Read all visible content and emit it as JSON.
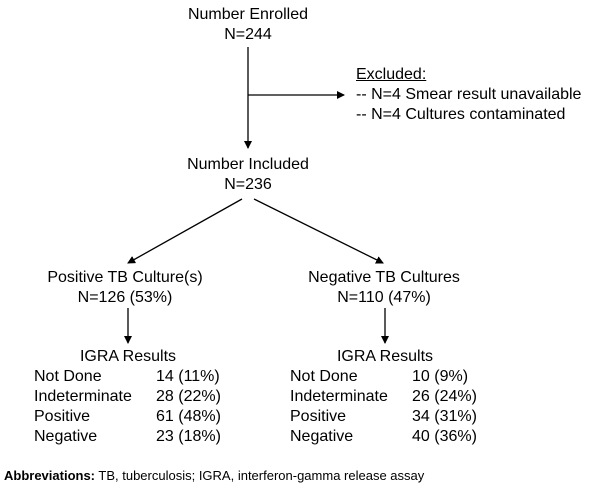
{
  "enrolled": {
    "label": "Number Enrolled",
    "n": "N=244"
  },
  "excluded": {
    "title": "Excluded:",
    "items": [
      "-- N=4 Smear result unavailable",
      "-- N=4 Cultures contaminated"
    ]
  },
  "included": {
    "label": "Number Included",
    "n": "N=236"
  },
  "positive": {
    "label": "Positive TB Culture(s)",
    "n": "N=126 (53%)",
    "igra_title": "IGRA Results",
    "rows": [
      {
        "category": "Not Done",
        "value": "14 (11%)"
      },
      {
        "category": "Indeterminate",
        "value": "28 (22%)"
      },
      {
        "category": "Positive",
        "value": "61 (48%)"
      },
      {
        "category": "Negative",
        "value": "23 (18%)"
      }
    ]
  },
  "negative": {
    "label": "Negative TB Cultures",
    "n": "N=110 (47%)",
    "igra_title": "IGRA Results",
    "rows": [
      {
        "category": "Not Done",
        "value": "10 (9%)"
      },
      {
        "category": "Indeterminate",
        "value": "26 (24%)"
      },
      {
        "category": "Positive",
        "value": "34 (31%)"
      },
      {
        "category": "Negative",
        "value": "40 (36%)"
      }
    ]
  },
  "abbreviations": {
    "label": "Abbreviations:",
    "text": " TB, tuberculosis; IGRA, interferon-gamma release assay"
  },
  "colors": {
    "line": "#000000",
    "text": "#000000",
    "background": "#ffffff"
  }
}
